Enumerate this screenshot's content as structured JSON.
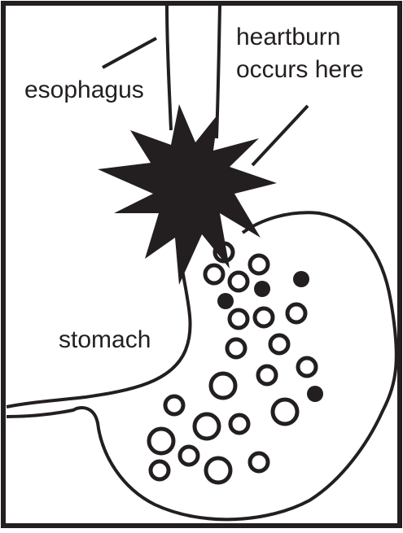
{
  "labels": {
    "esophagus": "esophagus",
    "heartburn_line1": "heartburn",
    "heartburn_line2": "occurs here",
    "stomach": "stomach"
  },
  "colors": {
    "ink": "#231f20",
    "background": "#ffffff"
  },
  "icons": {
    "burst": "starburst-icon",
    "bubble": "acid-bubble-icon"
  }
}
